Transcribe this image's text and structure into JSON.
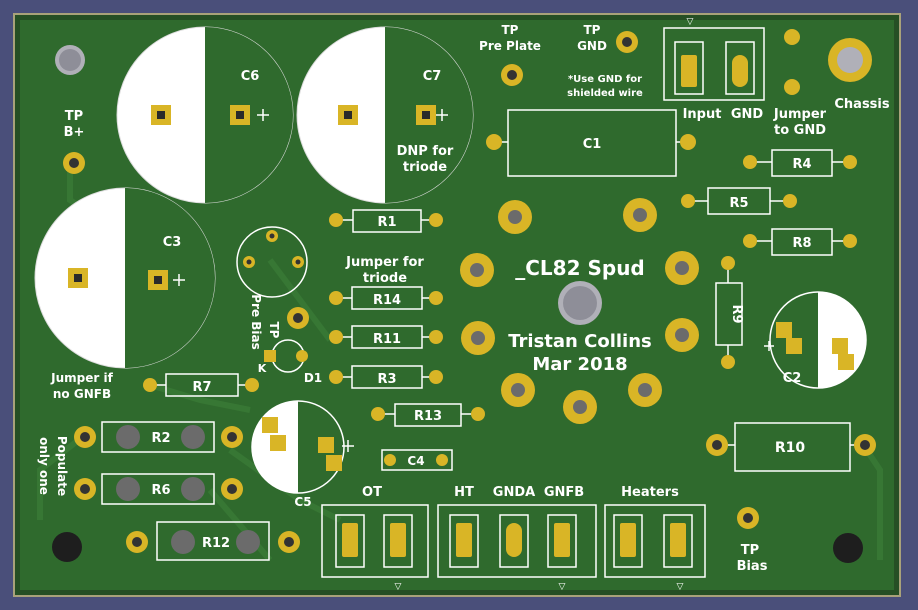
{
  "board": {
    "title": "_CL82 Spud",
    "author": "Tristan Collins",
    "date": "Mar 2018",
    "colors": {
      "background": "#4a4f7a",
      "board": "#2c5a2a",
      "copper": "#2f6a2d",
      "silkscreen": "#ffffff",
      "pad": "#d9b526",
      "hole": "#2a2a2a"
    }
  },
  "labels": {
    "tp_pre_plate_1": "TP",
    "tp_pre_plate_2": "Pre Plate",
    "tp_gnd_1": "TP",
    "tp_gnd_2": "GND",
    "use_gnd_1": "*Use GND for",
    "use_gnd_2": "shielded wire",
    "input": "Input",
    "gnd": "GND",
    "jumper_gnd_1": "Jumper",
    "jumper_gnd_2": "to GND",
    "chassis": "Chassis",
    "tp_bplus_1": "TP",
    "tp_bplus_2": "B+",
    "dnp_1": "DNP for",
    "dnp_2": "triode",
    "jumper_triode_1": "Jumper for",
    "jumper_triode_2": "triode",
    "tp_pre_bias_1": "TP",
    "tp_pre_bias_2": "Pre Bias",
    "k": "K",
    "jumper_gnfb_1": "Jumper if",
    "jumper_gnfb_2": "no GNFB",
    "populate_1": "Populate",
    "populate_2": "only one",
    "ot": "OT",
    "ht": "HT",
    "gnda": "GNDA",
    "gnfb": "GNFB",
    "heaters": "Heaters",
    "tp_bias_1": "TP",
    "tp_bias_2": "Bias",
    "plus": "+",
    "triangle": "▽"
  },
  "components": {
    "c1": "C1",
    "c2": "C2",
    "c3": "C3",
    "c4": "C4",
    "c5": "C5",
    "c6": "C6",
    "c7": "C7",
    "d1": "D1",
    "r1": "R1",
    "r2": "R2",
    "r3": "R3",
    "r4": "R4",
    "r5": "R5",
    "r6": "R6",
    "r7": "R7",
    "r8": "R8",
    "r9": "R9",
    "r10": "R10",
    "r11": "R11",
    "r12": "R12",
    "r13": "R13",
    "r14": "R14"
  }
}
